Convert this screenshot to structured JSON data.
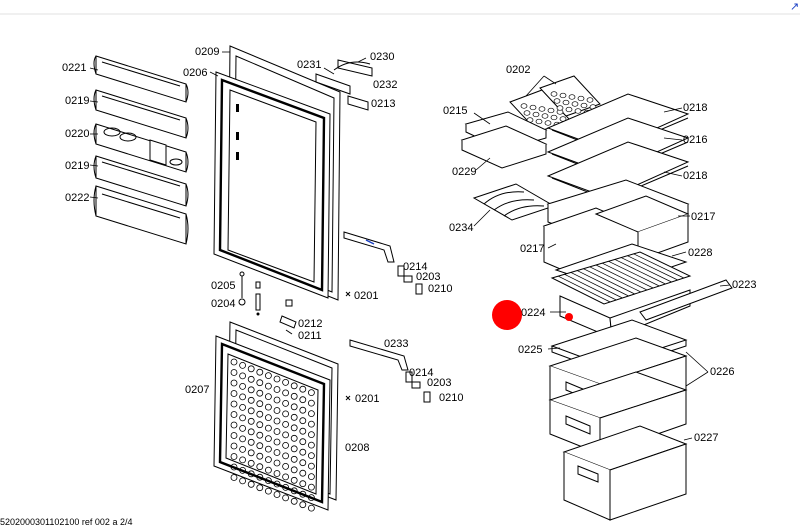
{
  "labels": {
    "l0221": "0221",
    "l0219a": "0219",
    "l0220": "0220",
    "l0219b": "0219",
    "l0222": "0222",
    "l0209": "0209",
    "l0206": "0206",
    "l0231": "0231",
    "l0230": "0230",
    "l0232": "0232",
    "l0213": "0213",
    "l0214a": "0214",
    "l0203a": "0203",
    "l0210a": "0210",
    "l0201a": "0201",
    "l0205": "0205",
    "l0204": "0204",
    "l0212": "0212",
    "l0211": "0211",
    "l0207": "0207",
    "l0233": "0233",
    "l0214b": "0214",
    "l0203b": "0203",
    "l0210b": "0210",
    "l0201b": "0201",
    "l0208": "0208",
    "l0202": "0202",
    "l0215": "0215",
    "l0218a": "0218",
    "l0216": "0216",
    "l0229": "0229",
    "l0218b": "0218",
    "l0234": "0234",
    "l0217a": "0217",
    "l0217b": "0217",
    "l0228": "0228",
    "l0223": "0223",
    "l0224": "0224",
    "l0225": "0225",
    "l0226": "0226",
    "l0227": "0227"
  },
  "footer": "5202000301102100 ref 002 a 2/4",
  "marker_color": "#ff0000",
  "accent_color": "#1a3fc4",
  "top_right_glyph": "↗"
}
